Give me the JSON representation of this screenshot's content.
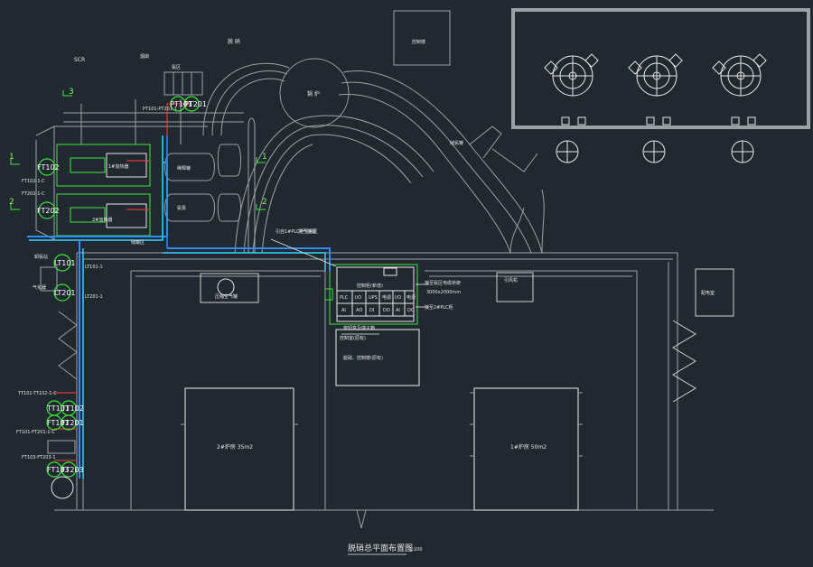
{
  "drawing": {
    "title": "脱硝总平面布置图",
    "scale": "1:100",
    "background": "#212830",
    "colors": {
      "wall": "#9aa0a6",
      "pipe_blue": "#2f8cff",
      "pipe_cyan": "#36d6ff",
      "grid_green": "#39e639",
      "cable_red": "#ff3b3b",
      "text": "#e6e6e6"
    }
  },
  "labels": {
    "scr": "SCR",
    "north_top": "脱 硝",
    "boiler": "锅 炉",
    "top_right_room": "控制楼",
    "chimney_label": "烟囱",
    "ammonia_area": "氨区",
    "heater1": "1#加热器",
    "heater2": "2#加热器",
    "dilute_tank": "稀释罐",
    "pump_label": "氨泵",
    "storage": "储罐区",
    "slot_label": "排气装置",
    "left_station": "卸氨站",
    "left_station2": "气化器",
    "mid_box": "压缩空气罐",
    "right_box": "引风机",
    "right_far": "配电室",
    "workshop": "脱硝、控制楼(原有)",
    "control_room": "控制室(原有)",
    "room2": "2#炉房 35m2",
    "room1": "1#炉房 50m2",
    "dim_note": "3000x2000mm",
    "sec_mark_1": "1",
    "sec_mark_2": "2",
    "sec_mark_3": "3",
    "cable_note_1": "引自1#PLC柜至氨区",
    "cable_note_2": "接至氨区电缆桥架",
    "cable_note_3": "接至2#PLC柜",
    "vessel_label": "储氨罐"
  },
  "instruments": {
    "ft102": "FT102",
    "ft202": "FT202",
    "pt101": "PT101",
    "pt201": "PT201",
    "lt101": "LT101",
    "lt201": "LT201",
    "tt101": "TT101",
    "tt102": "TT102",
    "ft101": "FT101",
    "ft201": "FT201",
    "ft103": "FT103",
    "ft203": "FT203"
  },
  "tags": {
    "t1": "FT102-1-C",
    "t2": "FT202-1-C",
    "t3": "LT101-1",
    "t4": "LT201-1",
    "t5": "TT101-TT102-1-C",
    "t6": "FT101-FT201-1-C",
    "t7": "FT103-FT203-1",
    "t8": "PT101-PT201-1"
  },
  "panel": {
    "title": "控制柜(新增)",
    "row_labels": [
      "PLC",
      "I/O",
      "UPS",
      "电源",
      "I/O",
      "电源"
    ],
    "bottom_labels": [
      "AI",
      "AO",
      "DI",
      "DO",
      "AI",
      "DO"
    ],
    "note": "按钮盒及端子箱"
  }
}
